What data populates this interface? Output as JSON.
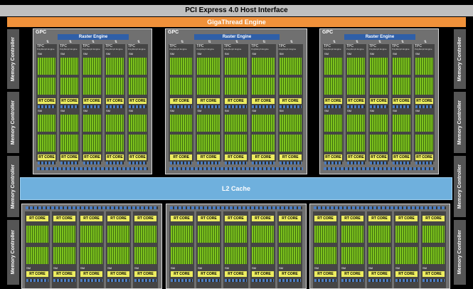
{
  "diagram": {
    "pcie_label": "PCI Express 4.0 Host Interface",
    "gigathread_label": "GigaThread Engine",
    "l2_label": "L2 Cache",
    "memory_controller_label": "Memory Controller",
    "gpc_label": "GPC",
    "raster_label": "Raster Engine",
    "tpc_label": "TPC",
    "polymorph_label": "PolyMorph Engine",
    "sm_label": "SM",
    "rt_core_label": "RT CORE",
    "gpcs_per_row": 3,
    "tpcs_per_gpc": 5,
    "memory_controllers_per_side": 4
  },
  "colors": {
    "gigathread": "#f0913a",
    "l2_cache": "#6fb0dd",
    "raster_engine": "#2f5fa8",
    "rt_core": "#ecec5f",
    "cuda_core": "#7cc21d",
    "pcie": "#bfbfbf"
  }
}
